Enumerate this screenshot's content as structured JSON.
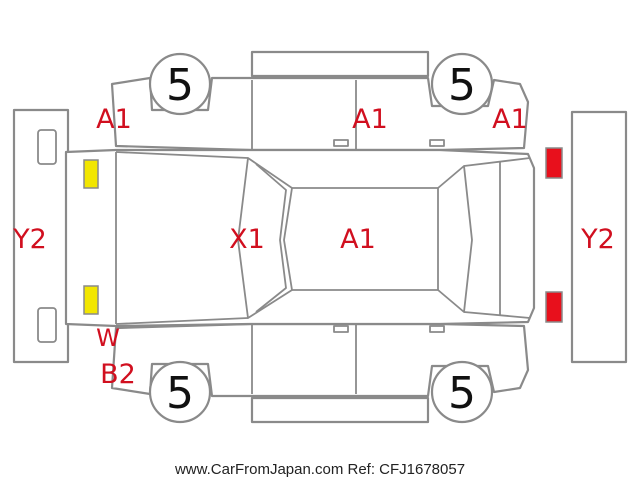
{
  "diagram": {
    "damage_codes": {
      "front_left_fender": "A1",
      "left_doors": "A1",
      "rear_left_fender": "A1",
      "front_bumper": "Y2",
      "rear_bumper": "Y2",
      "hood": "X1",
      "roof": "A1",
      "front_right_corner_line1": "W",
      "front_right_corner_line2": "B2"
    },
    "tire_ratings": {
      "front_left": "5",
      "rear_left": "5",
      "front_right": "5",
      "rear_right": "5"
    },
    "lamp_colors": {
      "front": "#f2e600",
      "rear": "#e8101c"
    }
  },
  "footer": {
    "watermark": "www.CarFromJapan.com Ref: CFJ1678057"
  }
}
